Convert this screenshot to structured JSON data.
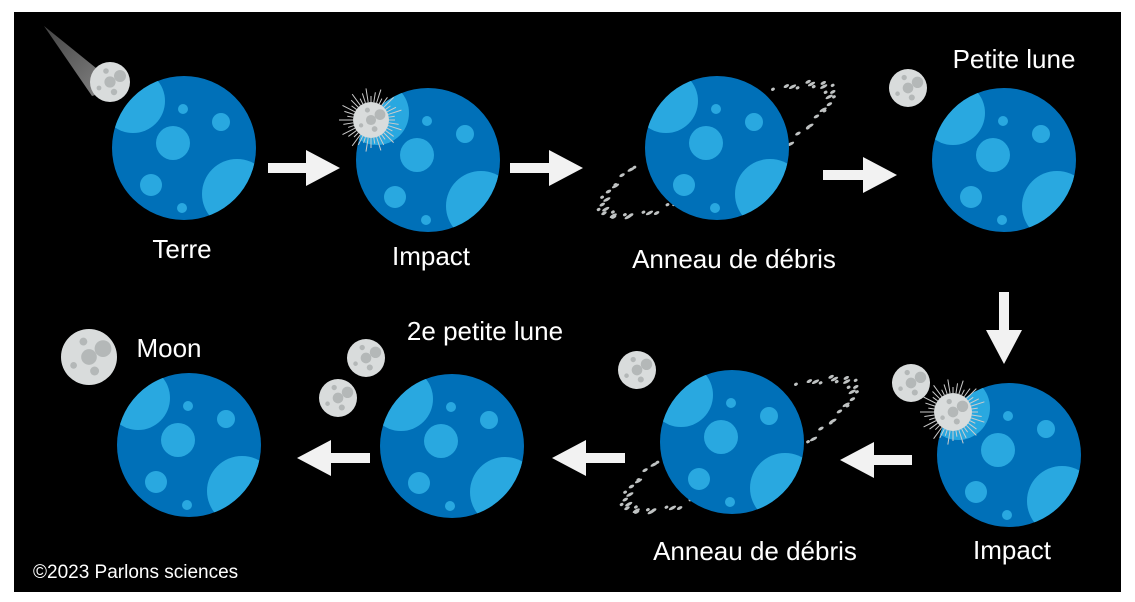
{
  "colors": {
    "background": "#000000",
    "planet": "#0070b8",
    "crater": "#29a8e0",
    "moon": "#d9dcdc",
    "moon_crater": "#b4b8b8",
    "arrow": "#f2f2f2"
  },
  "labels": {
    "terre": "Terre",
    "impact_1": "Impact",
    "ring_1": "Anneau de débris",
    "petite_lune": "Petite lune",
    "impact_2": "Impact",
    "ring_2": "Anneau de débris",
    "second_moon": "2e petite lune",
    "moon": "Moon"
  },
  "copyright": "©2023 Parlons sciences"
}
